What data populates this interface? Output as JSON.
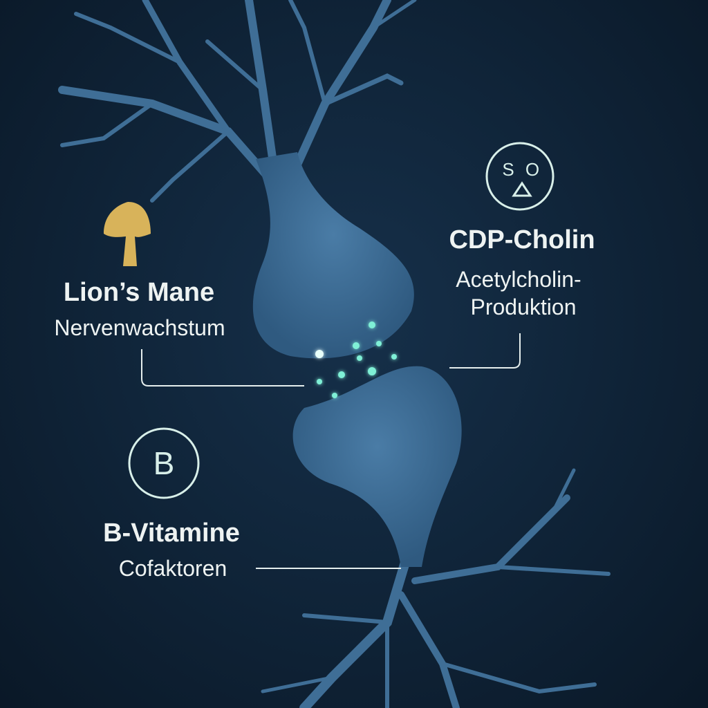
{
  "colors": {
    "neuron": "#3f6e96",
    "accent_mushroom": "#d8b35a",
    "icon_stroke": "#d8efe9",
    "vesicle": "#7ff0d6"
  },
  "items": [
    {
      "title": "Lion’s Mane",
      "subtitle": "Nervenwachstum",
      "icon": "mushroom-icon"
    },
    {
      "title": "CDP-Cholin",
      "subtitle_lines": [
        "Acetylcholin-",
        "Produktion"
      ],
      "icon": "molecule-circle-icon",
      "icon_letters": [
        "S",
        "O"
      ]
    },
    {
      "title": "B-Vitamine",
      "subtitle": "Cofaktoren",
      "icon": "letter-b-circle-icon",
      "icon_letter": "B"
    }
  ]
}
